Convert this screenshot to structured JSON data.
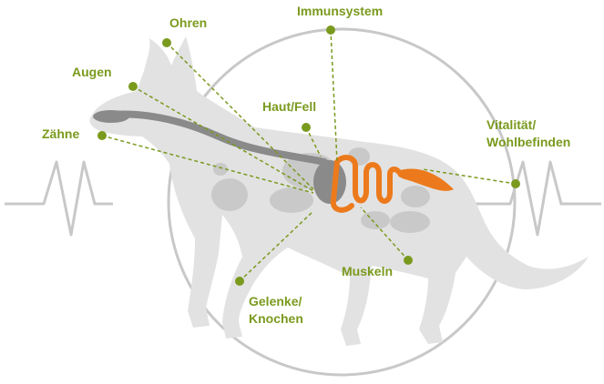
{
  "colors": {
    "accent": "#7a9a1e",
    "dog": "#e2e2e2",
    "organs": "#c9c9c9",
    "digestive_tract": "#ec7a1c",
    "esophagus": "#8a8a8a",
    "ring": "#c8c8c8"
  },
  "labels": {
    "ohren": "Ohren",
    "immunsystem": "Immunsystem",
    "augen": "Augen",
    "haut_fell": "Haut/Fell",
    "zaehne": "Zähne",
    "vitalitaet_line1": "Vitalität/",
    "vitalitaet_line2": "Wohlbefinden",
    "muskeln": "Muskeln",
    "gelenke_line1": "Gelenke/",
    "gelenke_line2": "Knochen"
  }
}
